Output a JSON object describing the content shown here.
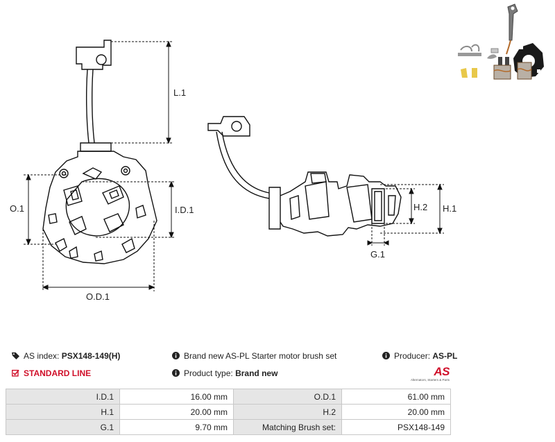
{
  "drawing": {
    "dim_labels": {
      "l1": "L.1",
      "o1": "O.1",
      "id1": "I.D.1",
      "od1": "O.D.1",
      "h1": "H.1",
      "h2": "H.2",
      "g1": "G.1"
    }
  },
  "info": {
    "as_index_label": "AS index:",
    "as_index_value": "PSX148-149(H)",
    "line": "STANDARD LINE",
    "description": "Brand new AS-PL Starter motor brush set",
    "product_type_label": "Product type:",
    "product_type_value": "Brand new",
    "producer_label": "Producer:",
    "producer_value": "AS-PL",
    "logo_text": "AS",
    "logo_tagline": "Alternators, Starters & Parts"
  },
  "specs": [
    {
      "l1": "I.D.1",
      "v1": "16.00 mm",
      "l2": "O.D.1",
      "v2": "61.00 mm"
    },
    {
      "l1": "H.1",
      "v1": "20.00 mm",
      "l2": "H.2",
      "v2": "20.00 mm"
    },
    {
      "l1": "G.1",
      "v1": "9.70 mm",
      "l2": "Matching Brush set:",
      "v2": "PSX148-149"
    }
  ],
  "colors": {
    "accent_red": "#d0102a",
    "table_label_bg": "#e6e6e6",
    "table_border": "#c8c8c8"
  },
  "icons": [
    "tag-icon",
    "info-icon",
    "checkbox-icon"
  ]
}
